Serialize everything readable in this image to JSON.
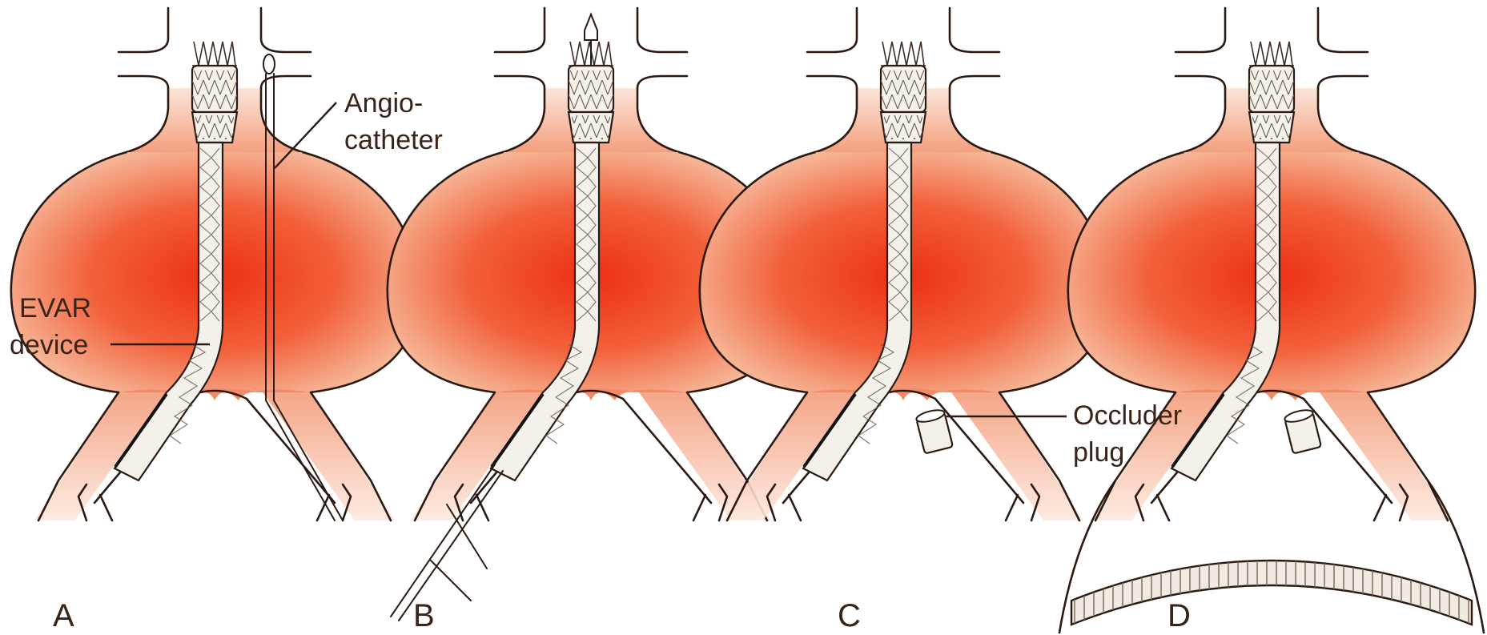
{
  "figure": {
    "colors": {
      "aneurysm_center": "#ee3a1a",
      "aneurysm_edge": "#f7c7ad",
      "vessel": "#f8d2bd",
      "graft": "#f4f0ea",
      "outline": "#2a1a12",
      "text": "#3a2418"
    },
    "panels": [
      {
        "id": "A",
        "letter": "A"
      },
      {
        "id": "B",
        "letter": "B"
      },
      {
        "id": "C",
        "letter": "C"
      },
      {
        "id": "D",
        "letter": "D"
      }
    ],
    "labels": {
      "angiocatheter_line1": "Angio-",
      "angiocatheter_line2": "catheter",
      "evar_line1": "EVAR",
      "evar_line2": "device",
      "occluder_line1": "Occluder",
      "occluder_line2": "plug"
    }
  }
}
